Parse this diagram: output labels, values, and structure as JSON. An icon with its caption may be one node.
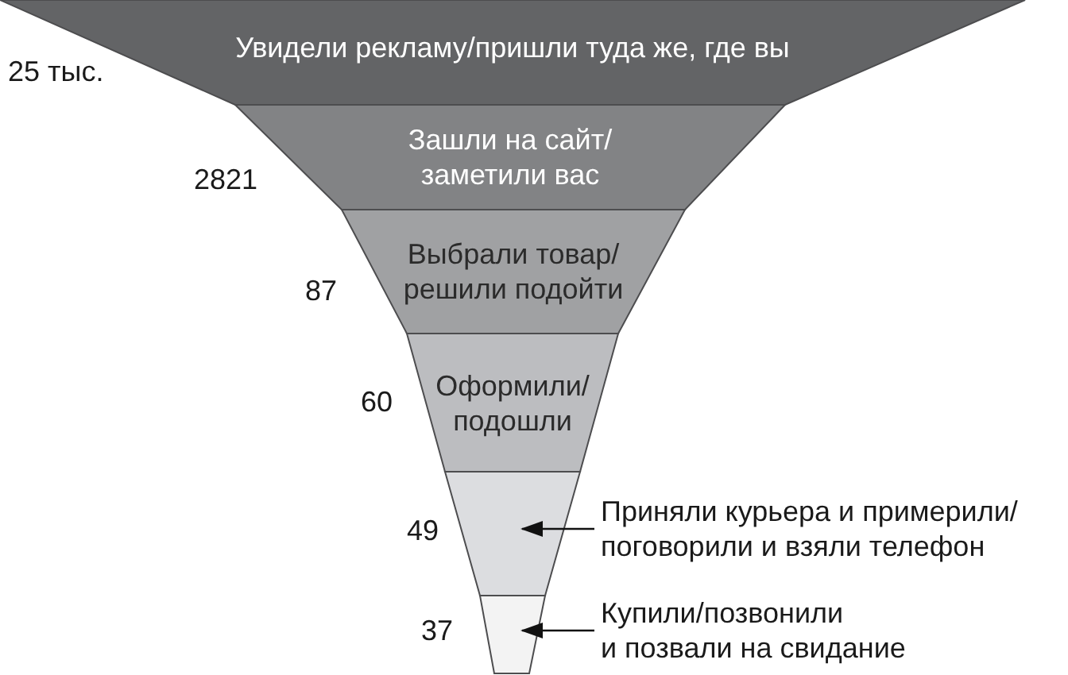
{
  "diagram": {
    "nodes": [
      {
        "text": [
          "Увидели рекламу/пришли туда же, где вы"
        ],
        "beside": [
          "25 тыс."
        ]
      },
      {
        "text": [
          "Зашли на сайт/ заметили вас"
        ],
        "beside": [
          "2821"
        ]
      },
      {
        "text": [
          "Выбрали товар/ решили подойти"
        ],
        "beside": [
          "87"
        ]
      },
      {
        "text": [
          "Оформили/ подошли"
        ],
        "beside": [
          "60"
        ]
      },
      {
        "text": [],
        "shape": "trapezoid",
        "beside": [
          "49"
        ]
      },
      {
        "text": [],
        "shape": "trapezoid",
        "beside": [
          "37"
        ]
      },
      {
        "text": [
          "Приняли курьера и примерили/ поговорили и взяли телефон"
        ]
      },
      {
        "text": [
          "Купили/позвонили и позвали на свидание"
        ]
      }
    ],
    "edges": [
      {
        "from": 6,
        "to": 4,
        "arrow": "to"
      },
      {
        "from": 7,
        "to": 5,
        "arrow": "to"
      }
    ]
  }
}
